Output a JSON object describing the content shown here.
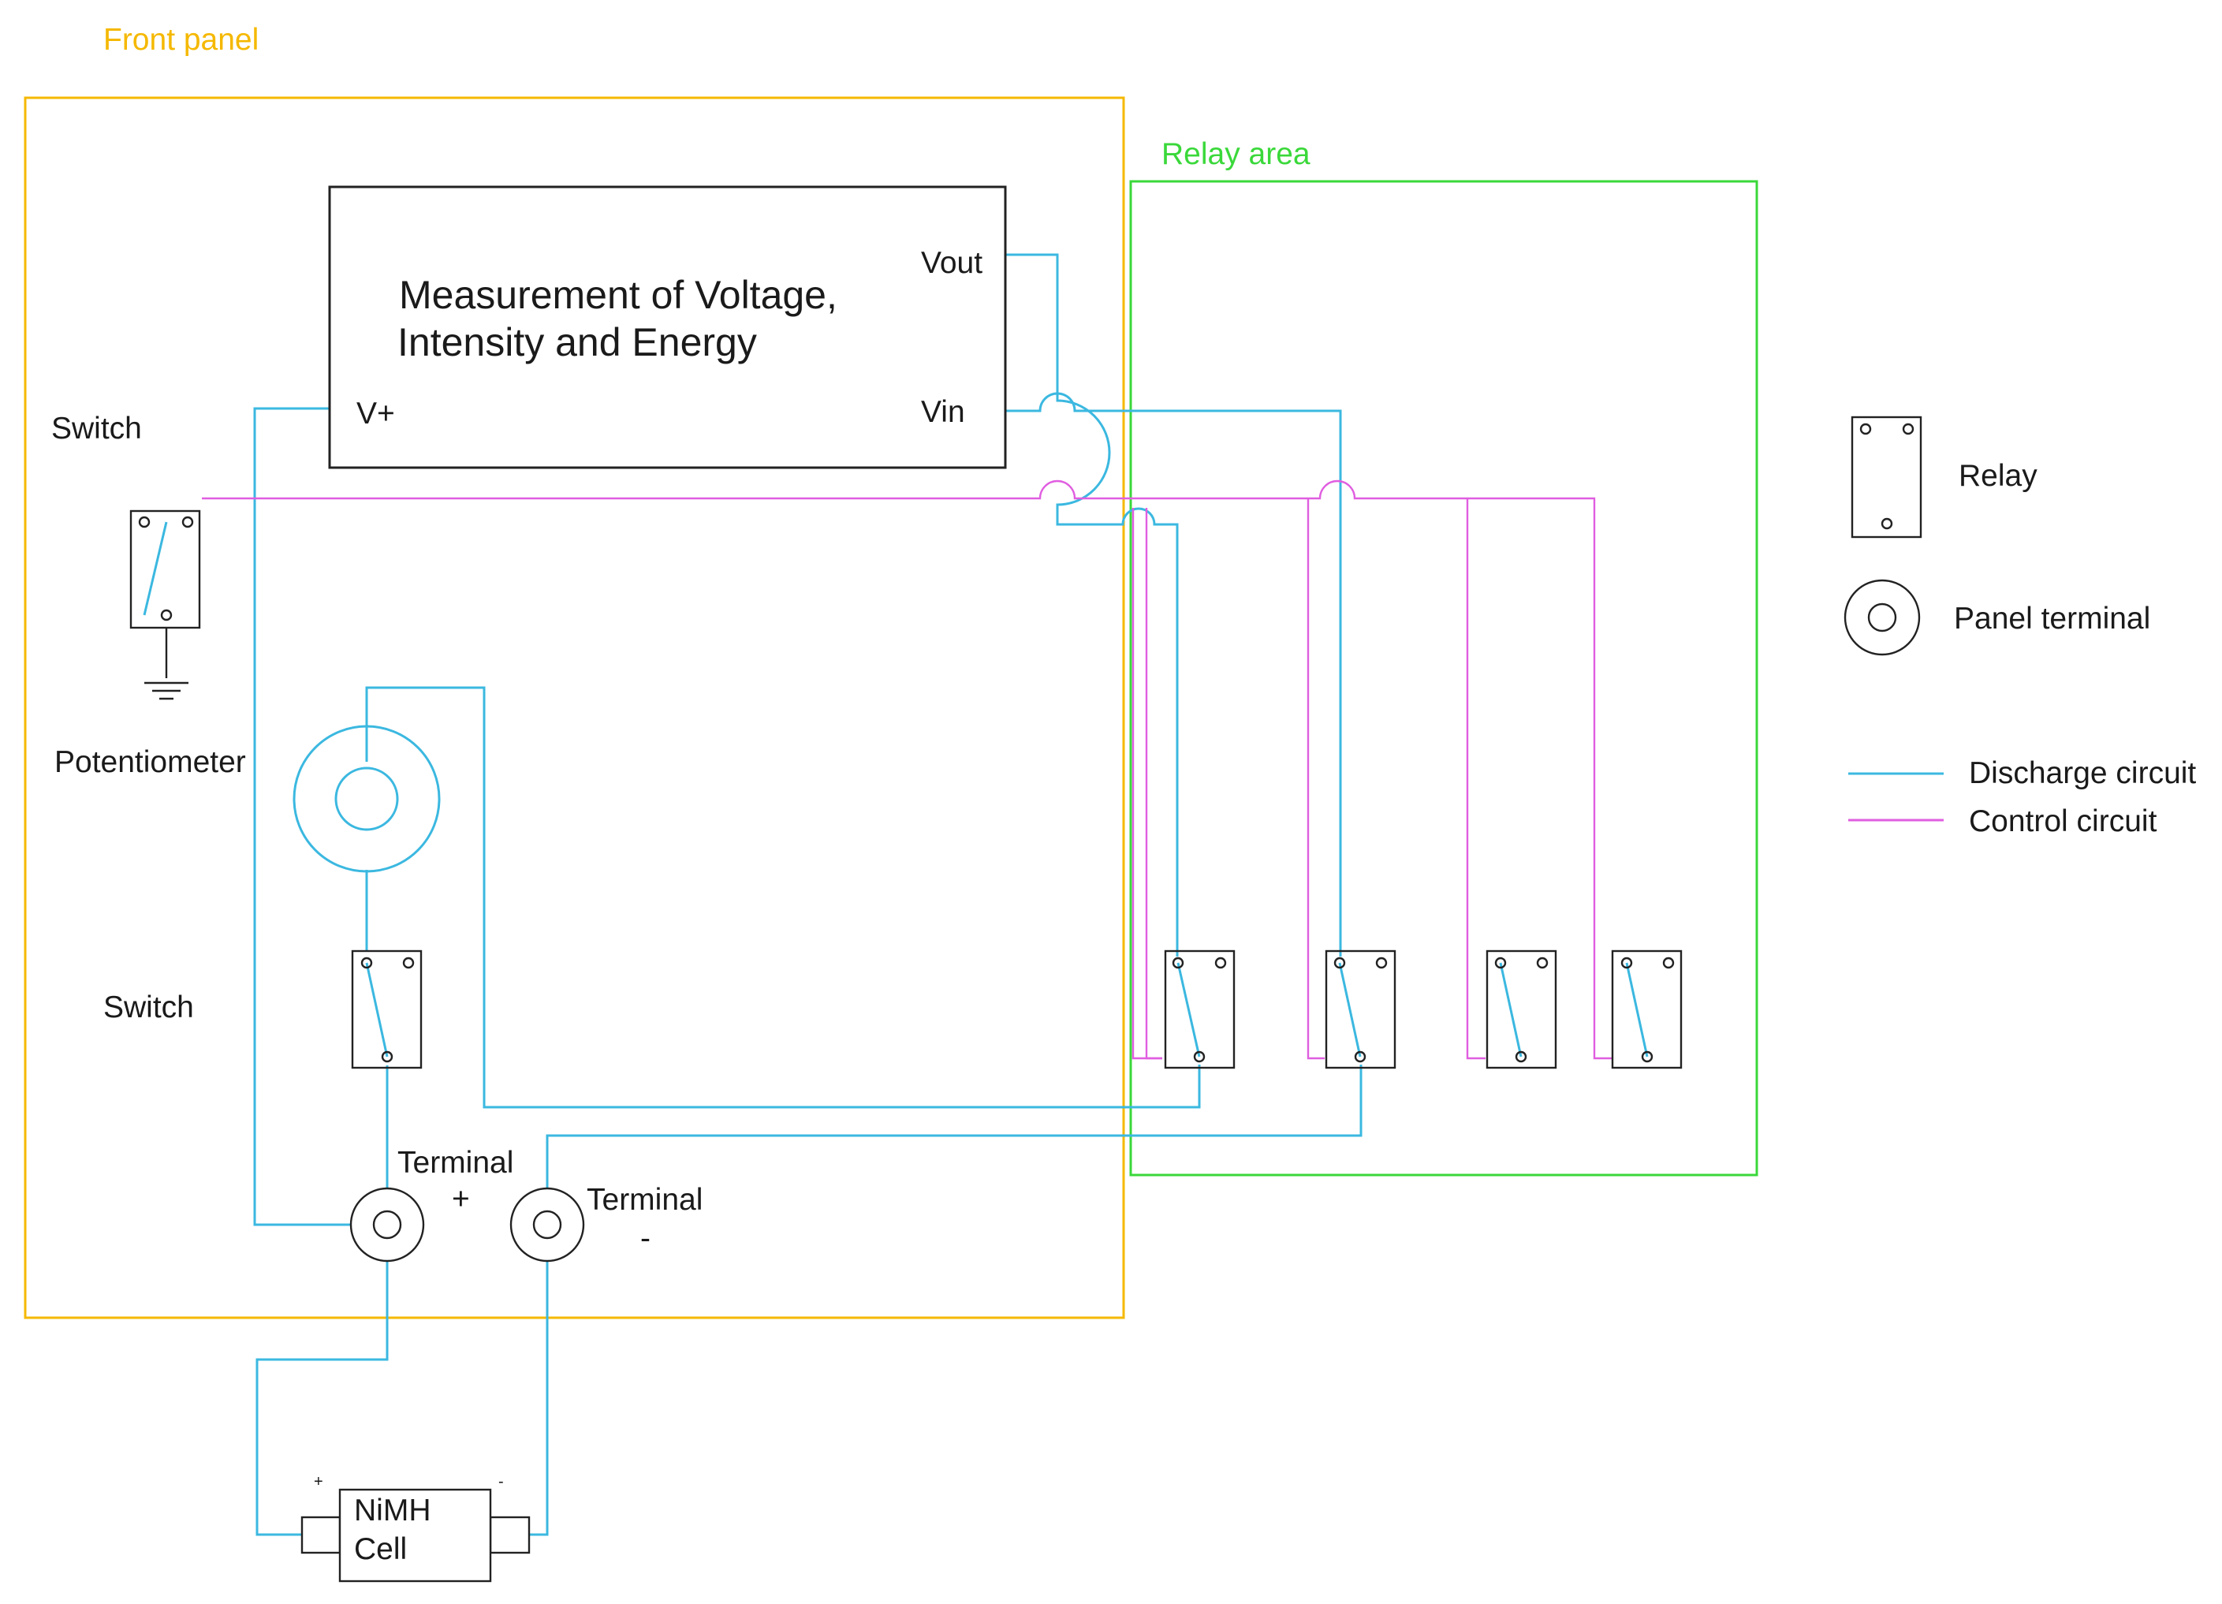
{
  "colors": {
    "front_panel": "#f5b800",
    "relay_area": "#3ad83a",
    "discharge": "#3bb8e0",
    "control": "#e05ee0",
    "ink": "#1a1a1a"
  },
  "areas": {
    "front_panel": "Front panel",
    "relay_area": "Relay area"
  },
  "meter": {
    "title_line1": "Measurement of Voltage,",
    "title_line2": "Intensity and Energy",
    "vout": "Vout",
    "vin": "Vin",
    "vplus": "V+"
  },
  "components": {
    "switch_top": "Switch",
    "potentiometer": "Potentiometer",
    "switch_bottom": "Switch",
    "terminal_plus": "Terminal",
    "terminal_plus_sign": "+",
    "terminal_minus": "Terminal",
    "terminal_minus_sign": "-",
    "cell_line1": "NiMH",
    "cell_line2": "Cell",
    "cell_plus": "+",
    "cell_minus": "-"
  },
  "legend": {
    "relay": "Relay",
    "panel_terminal": "Panel terminal",
    "discharge": "Discharge circuit",
    "control": "Control circuit"
  },
  "icons": [
    "ground-icon",
    "relay-icon",
    "switch-icon",
    "potentiometer-icon",
    "panel-terminal-icon",
    "battery-cell-icon"
  ]
}
